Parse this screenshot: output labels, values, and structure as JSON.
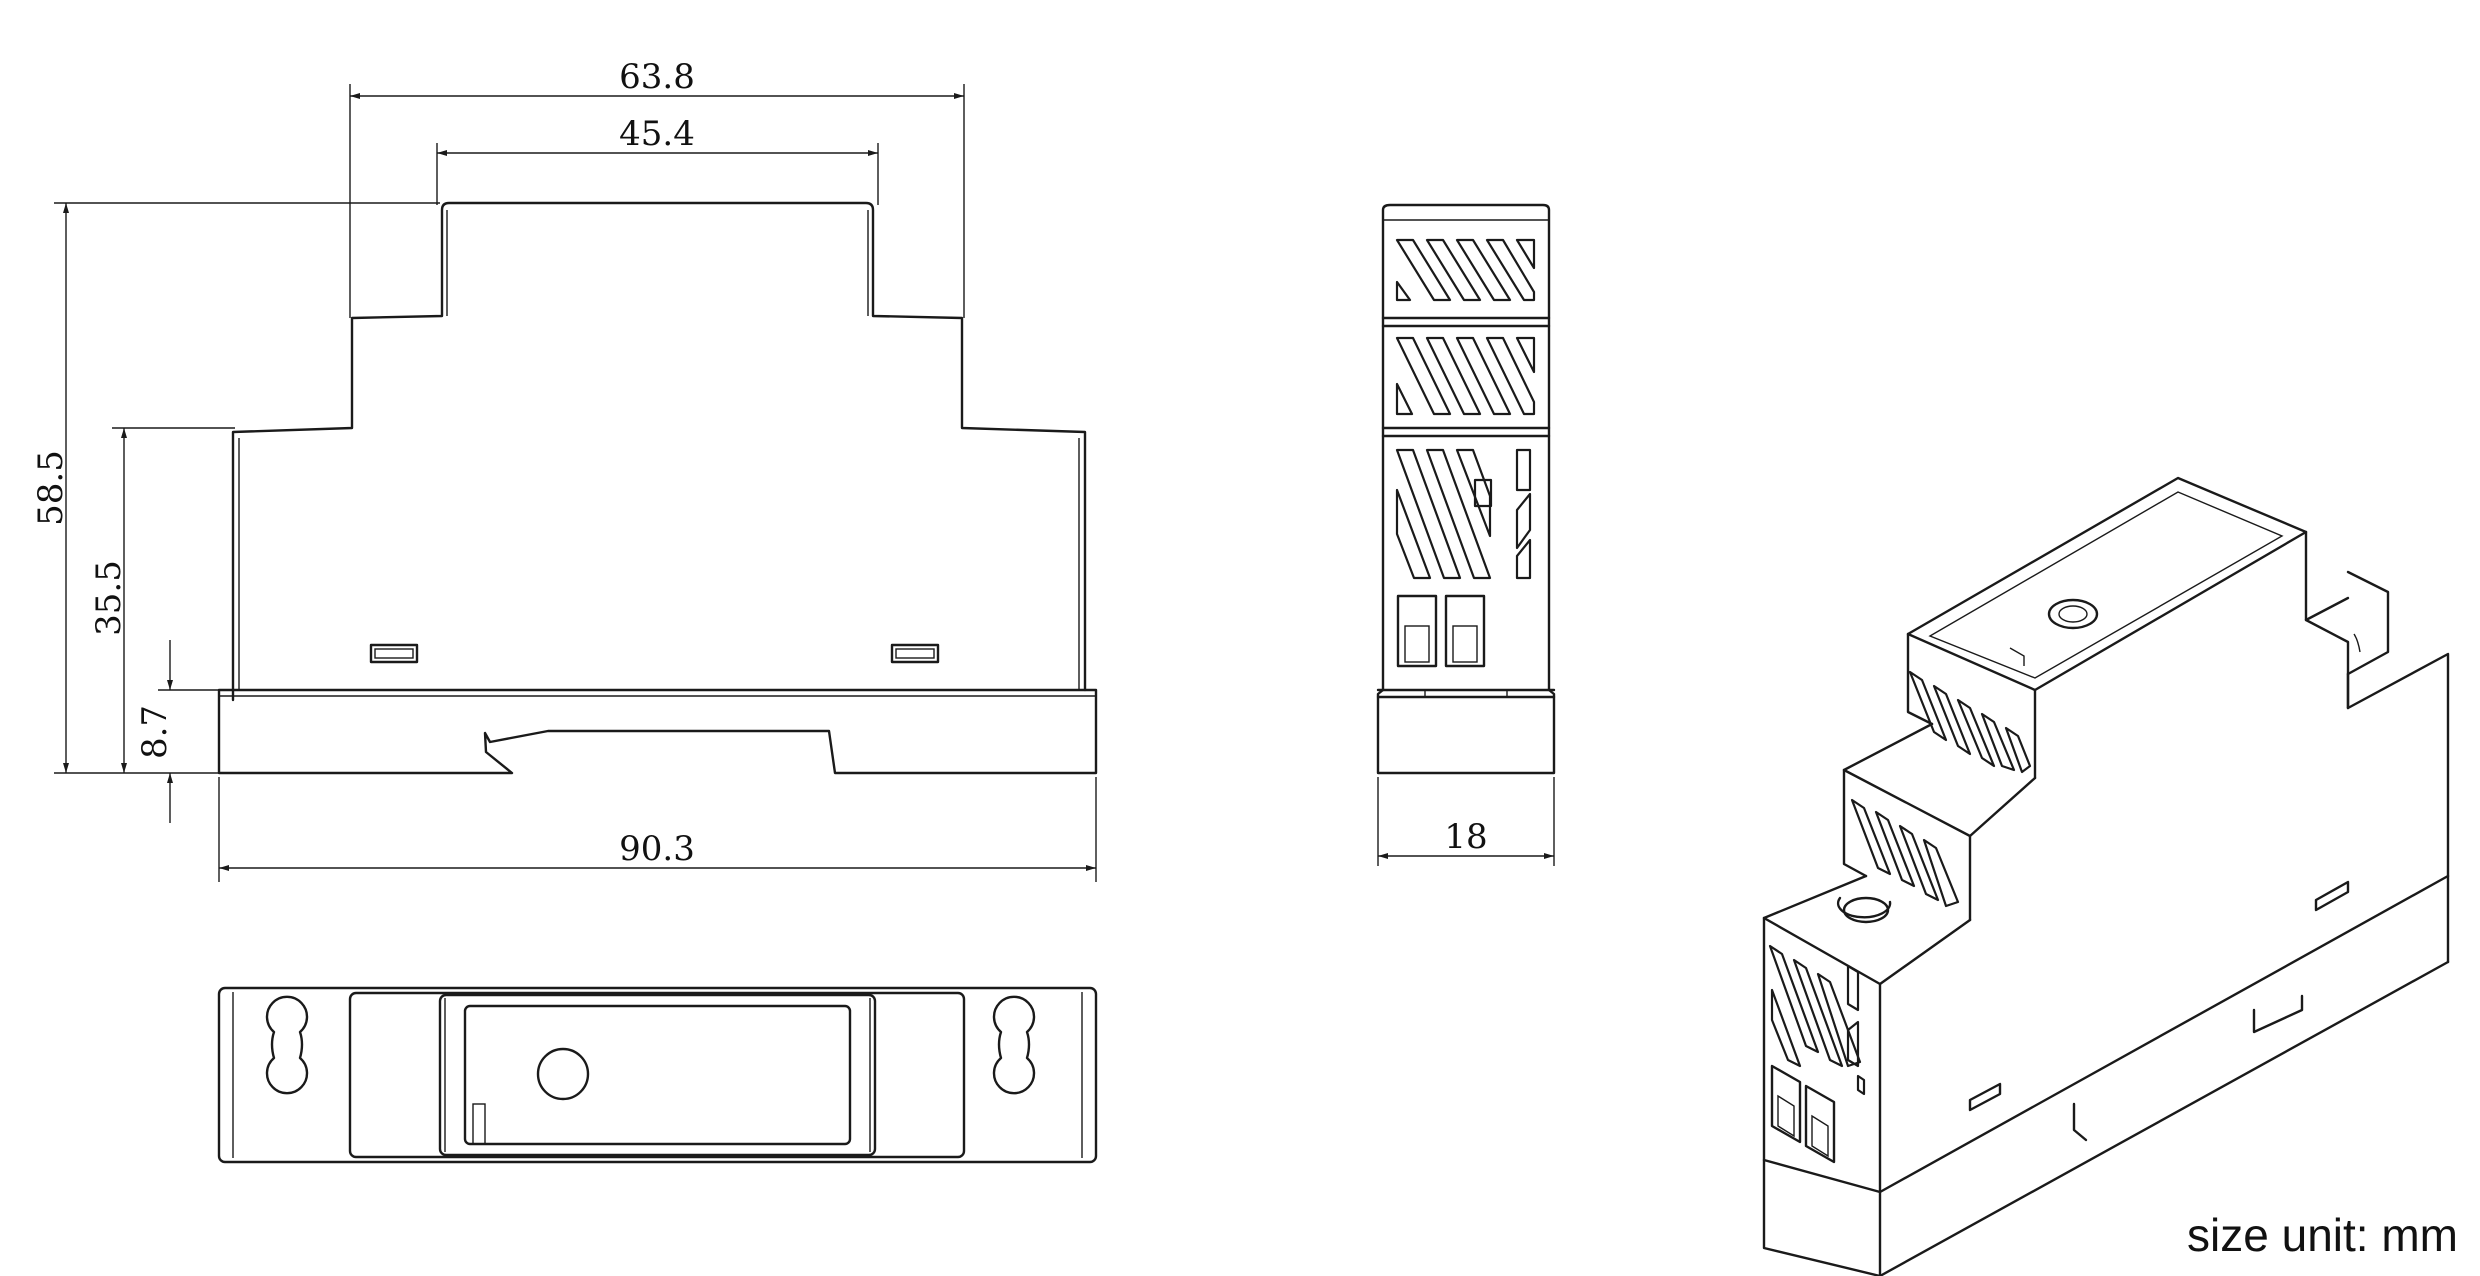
{
  "dimensions": {
    "width_overall": "63.8",
    "width_top": "45.4",
    "height_overall": "58.5",
    "height_middle": "35.5",
    "height_base": "8.7",
    "depth": "90.3",
    "side_width": "18"
  },
  "footnote": "size unit: mm"
}
